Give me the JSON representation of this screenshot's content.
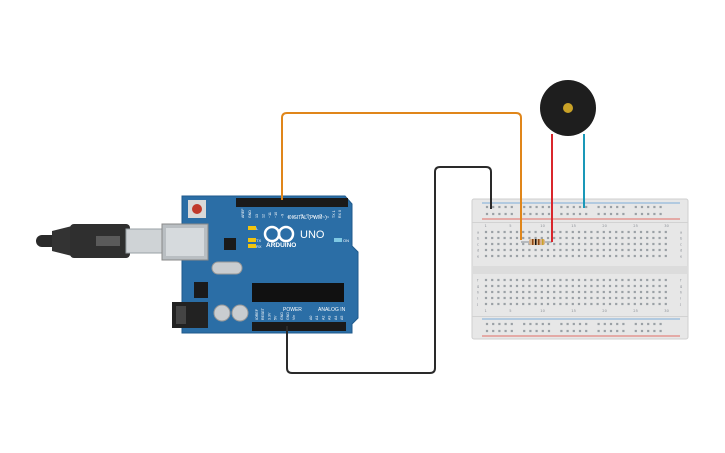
{
  "board": {
    "brand": "ARDUINO",
    "model": "UNO",
    "digital_label": "DIGITAL (PWM~)",
    "power_label": "POWER",
    "analog_label": "ANALOG IN",
    "aref_label": "AREF",
    "gnd_label": "GND",
    "on_label": "ON",
    "l_label": "L",
    "tx_label": "TX",
    "rx_label": "RX",
    "digital_pins": [
      "13",
      "12",
      "~11",
      "~10",
      "~9",
      "8",
      "7",
      "~6",
      "~5",
      "4",
      "~3",
      "2",
      "TX 1",
      "RX 0"
    ],
    "power_pins": [
      "IOREF",
      "RESET",
      "3.3V",
      "5V",
      "GND",
      "GND",
      "Vin"
    ],
    "analog_pins": [
      "A0",
      "A1",
      "A2",
      "A3",
      "A4",
      "A5"
    ]
  },
  "breadboard": {
    "col_numbers": [
      "1",
      "5",
      "10",
      "15",
      "20",
      "25",
      "30"
    ],
    "row_letters_top": [
      "a",
      "b",
      "c",
      "d",
      "e"
    ],
    "row_letters_bottom": [
      "f",
      "g",
      "h",
      "i",
      "j"
    ]
  },
  "colors": {
    "board": "#2b6ea6",
    "wire_orange": "#e0861a",
    "wire_black": "#2a2a2a",
    "wire_red": "#d9262c",
    "wire_teal": "#1a98b8",
    "breadboard": "#e7e7e7"
  }
}
